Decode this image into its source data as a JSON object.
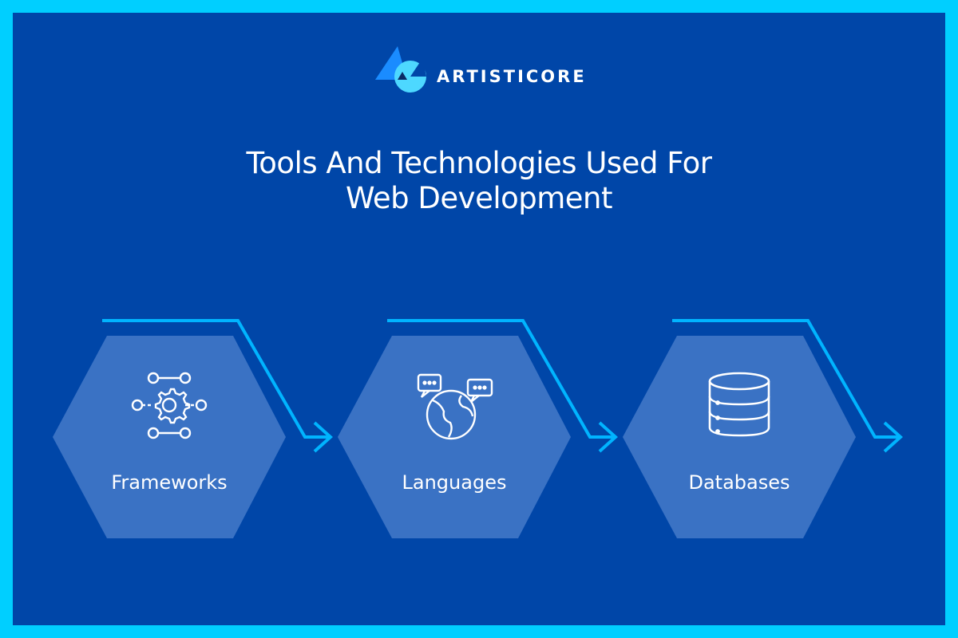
{
  "brand": {
    "name": "ARTISTICORE"
  },
  "title": {
    "line1": "Tools And Technologies Used For",
    "line2": "Web Development"
  },
  "steps": [
    {
      "label": "Frameworks",
      "icon": "network-gear-icon"
    },
    {
      "label": "Languages",
      "icon": "globe-chat-icon"
    },
    {
      "label": "Databases",
      "icon": "database-icon"
    }
  ],
  "colors": {
    "frame": "#00cfff",
    "background": "#0046a8",
    "hexagon": "#3a72c4",
    "accent": "#00b4ff",
    "text": "#ffffff"
  }
}
